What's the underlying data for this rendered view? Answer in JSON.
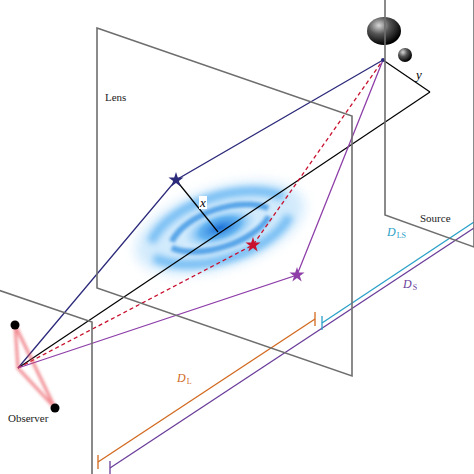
{
  "diagram": {
    "nodes": [
      {
        "text": [
          "Source"
        ]
      },
      {
        "text": [
          "Lens"
        ]
      },
      {
        "text": [
          "Observer"
        ]
      }
    ],
    "labels": [
      "x",
      "y",
      "D",
      "LS",
      "D",
      "S",
      "D",
      "L"
    ]
  }
}
